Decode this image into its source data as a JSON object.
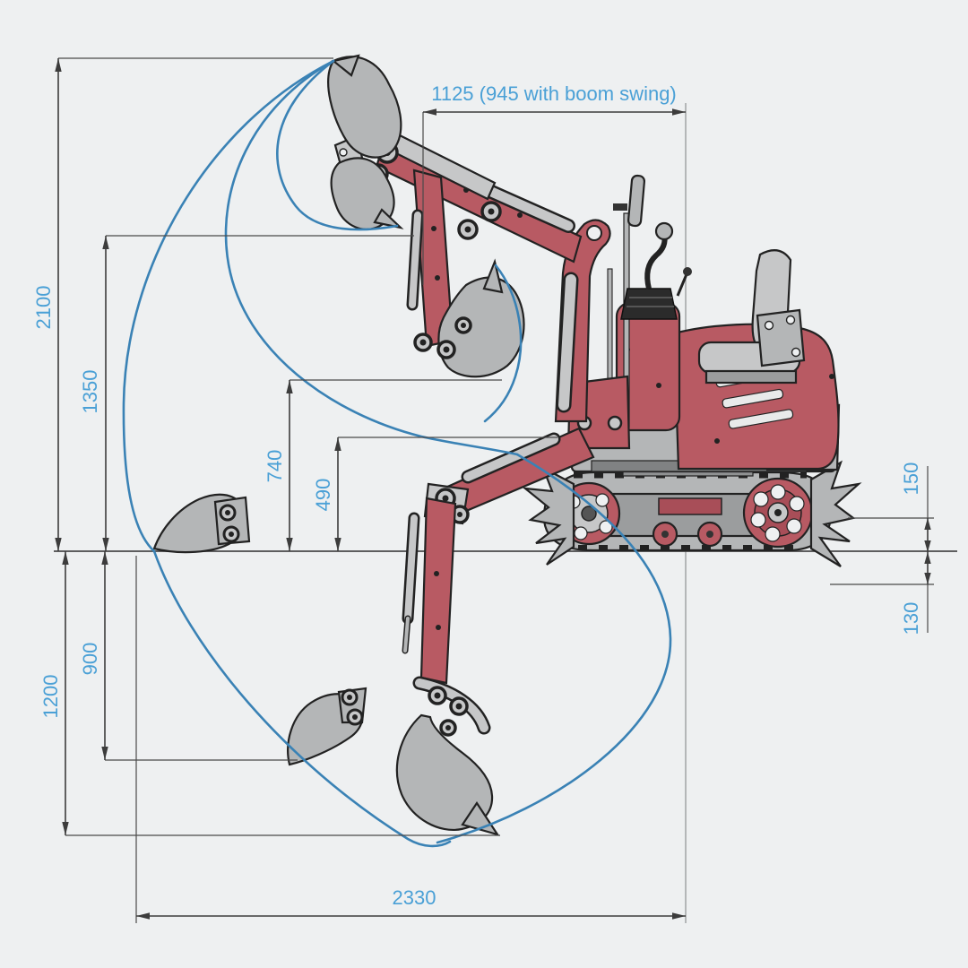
{
  "diagram": {
    "type": "technical-dimension-drawing",
    "subject": "Mini excavator side view with working range envelope",
    "units": "mm",
    "colors": {
      "background": "#eef0f1",
      "dimension_text": "#4aa0d6",
      "envelope_arc": "#3a82b5",
      "machine_red": "#b85a63",
      "machine_gray": "#c6c7c8",
      "line": "#3c3c3c"
    },
    "dimensions": {
      "top_width": "1125 (945 with boom swing)",
      "max_height": "2100",
      "height_1350": "1350",
      "height_740": "740",
      "height_490": "490",
      "depth_900": "900",
      "depth_1200": "1200",
      "blade_lift_150": "150",
      "blade_drop_130": "130",
      "reach_2330": "2330"
    }
  }
}
